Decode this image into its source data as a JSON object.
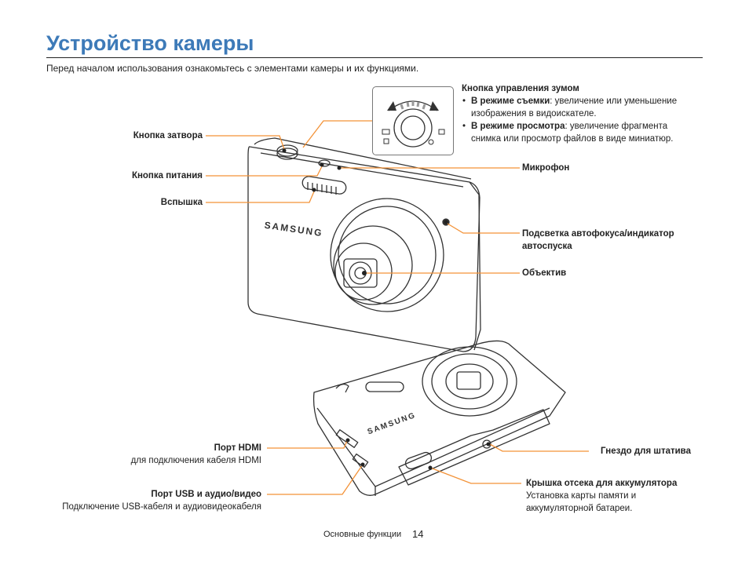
{
  "title": "Устройство камеры",
  "intro": "Перед началом использования ознакомьтесь с элементами камеры и их функциями.",
  "labels": {
    "shutter": "Кнопка затвора",
    "power": "Кнопка питания",
    "flash": "Вспышка",
    "microphone": "Микрофон",
    "af_lamp": "Подсветка автофокуса/индикатор автоспуска",
    "lens": "Объектив",
    "hdmi_title": "Порт HDMI",
    "hdmi_desc": "для подключения кабеля HDMI",
    "usb_title": "Порт USB и аудио/видео",
    "usb_desc": "Подключение USB-кабеля и аудиовидеокабеля",
    "tripod": "Гнездо для штатива",
    "battery_title": "Крышка отсека для аккумулятора",
    "battery_desc": "Установка карты памяти и аккумуляторной батареи."
  },
  "zoom": {
    "title": "Кнопка управления зумом",
    "items": [
      {
        "mode": "В режиме съемки",
        "text": ": увеличение или уменьшение изображения в видоискателе."
      },
      {
        "mode": "В режиме просмотра",
        "text": ": увеличение фрагмента снимка или просмотр файлов в виде миниатюр."
      }
    ]
  },
  "camera_brand": "SAMSUNG",
  "footer": {
    "section": "Основные функции",
    "page": "14"
  },
  "colors": {
    "accent": "#3d7ab8",
    "callout": "#f39237"
  }
}
